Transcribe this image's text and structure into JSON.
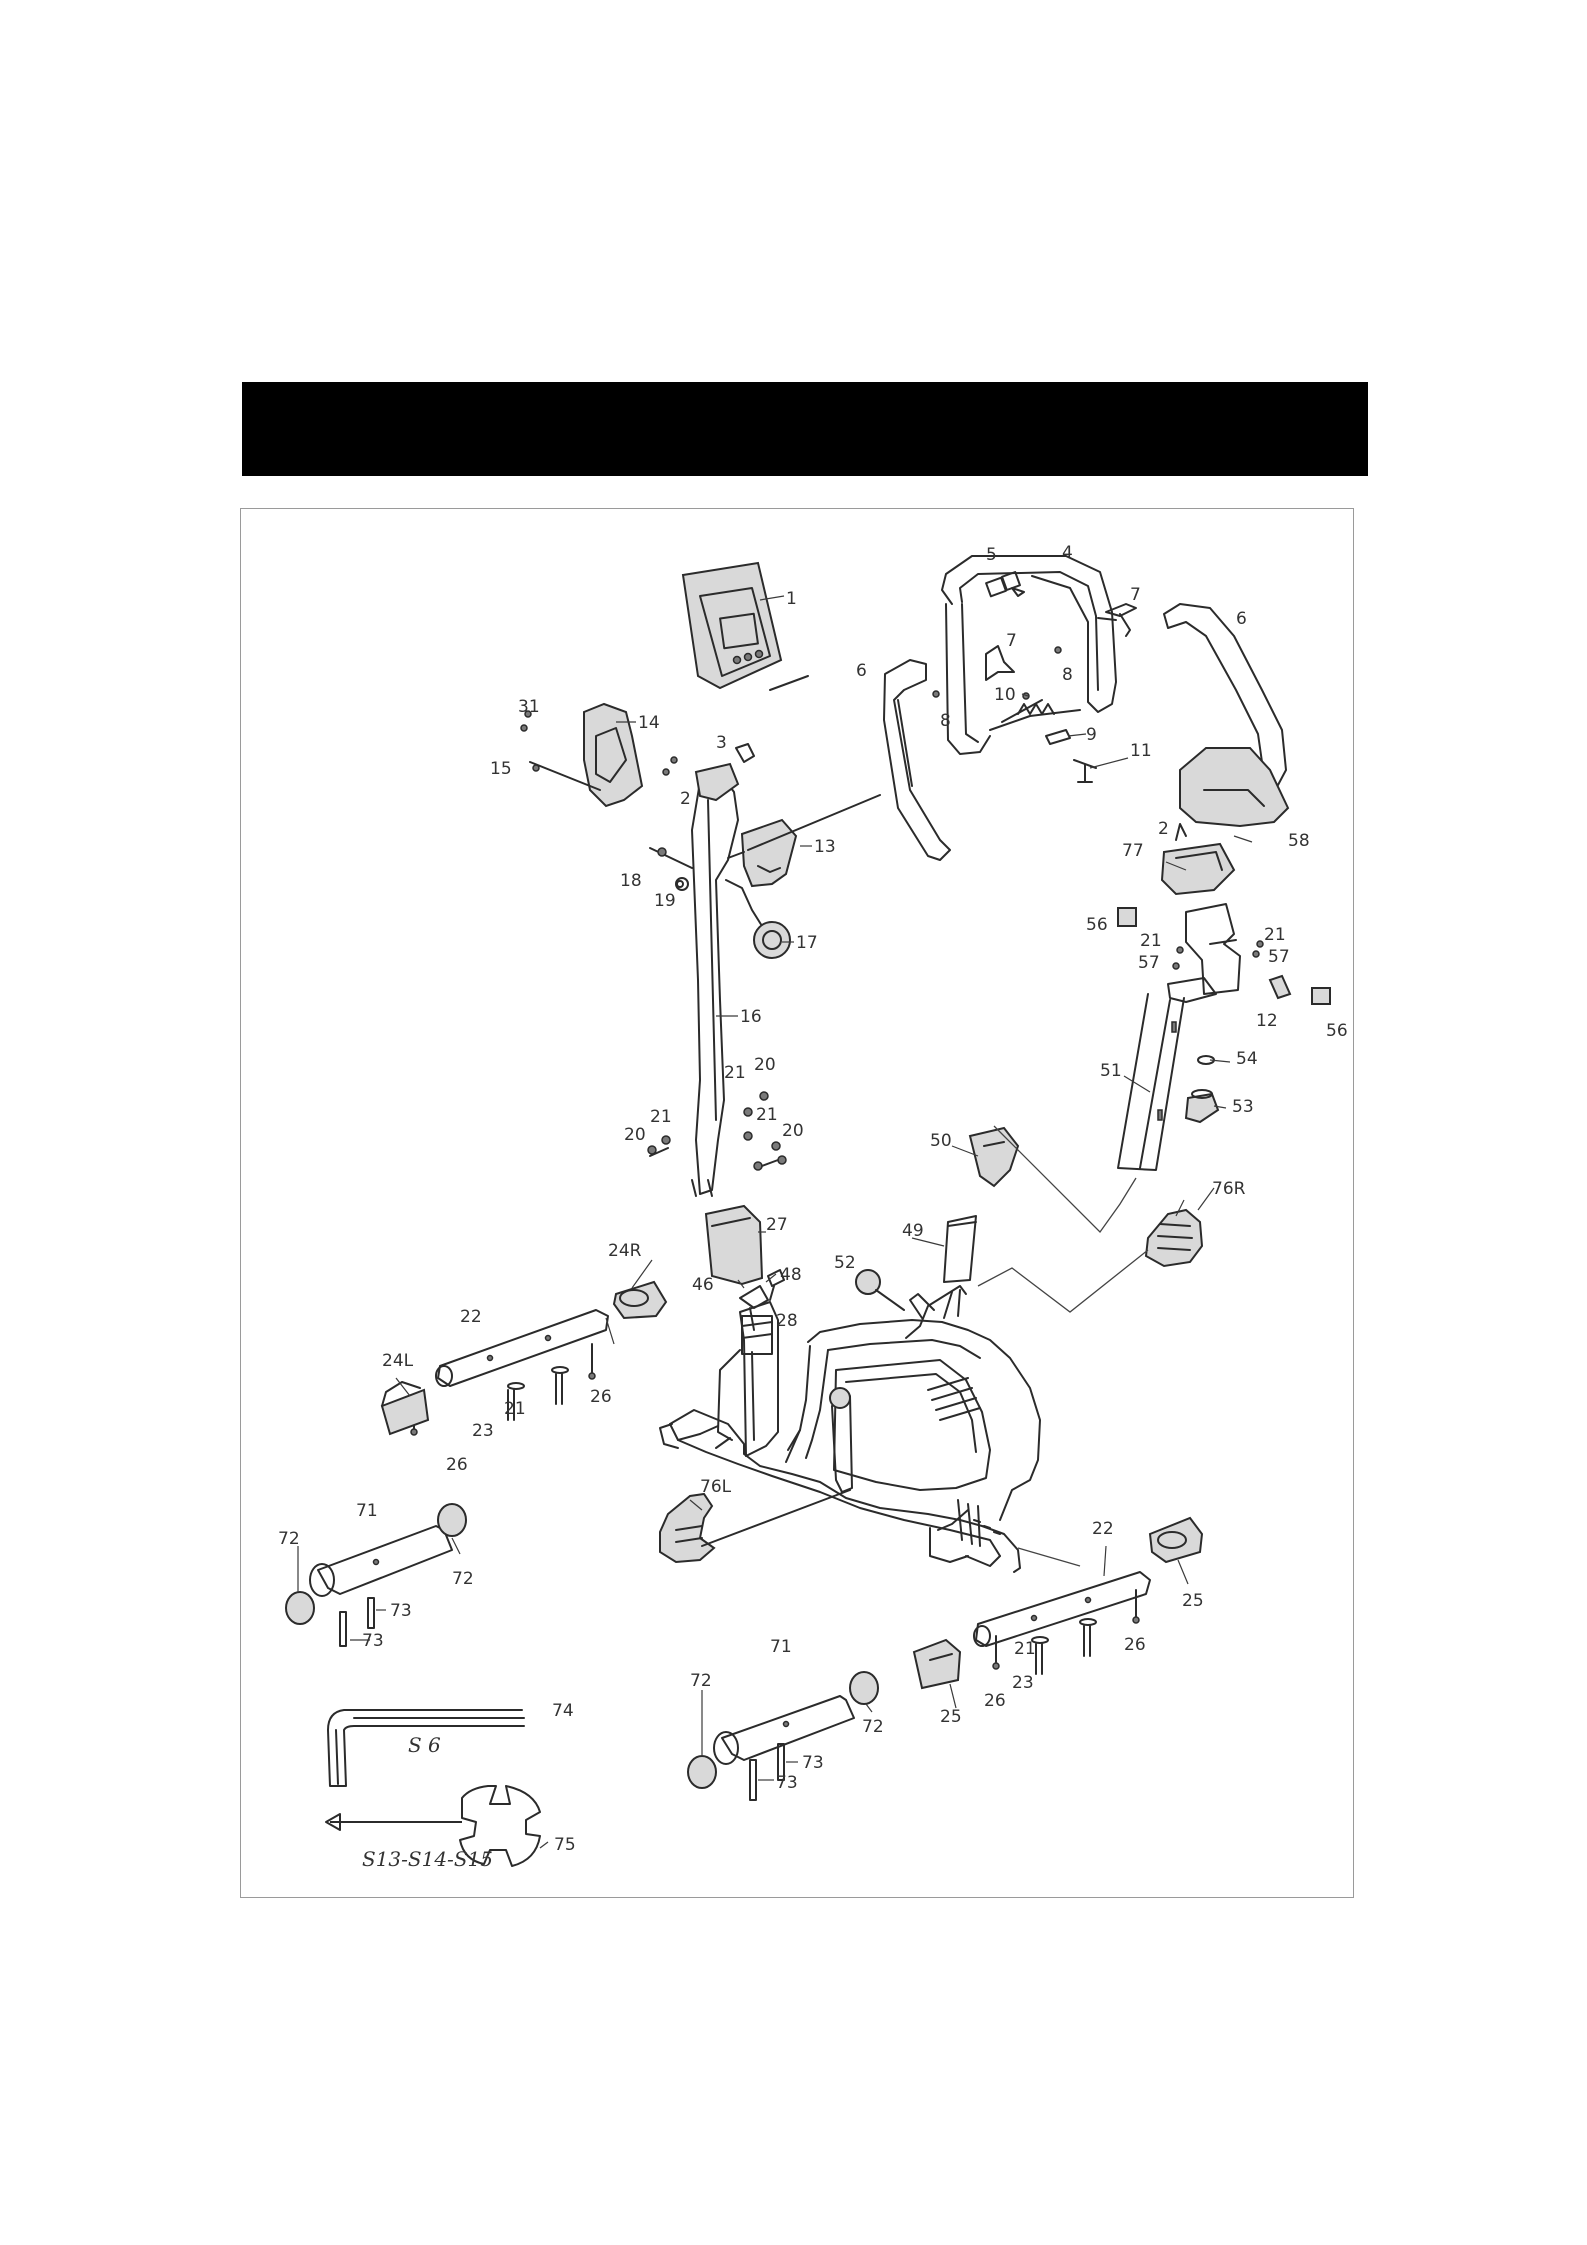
{
  "colors": {
    "header_bar": "#000000",
    "frame_border": "#9a9a9a",
    "line": "#2b2b2b"
  },
  "labels": {
    "p1": "1",
    "p2a": "2",
    "p2b": "2",
    "p3": "3",
    "p4": "4",
    "p5": "5",
    "p6a": "6",
    "p6b": "6",
    "p7a": "7",
    "p7b": "7",
    "p8a": "8",
    "p8b": "8",
    "p9": "9",
    "p10": "10",
    "p11": "11",
    "p12": "12",
    "p13": "13",
    "p14": "14",
    "p15": "15",
    "p16": "16",
    "p17": "17",
    "p18": "18",
    "p19": "19",
    "p20a": "20",
    "p20b": "20",
    "p20c": "20",
    "p21a": "21",
    "p21b": "21",
    "p21c": "21",
    "p21d": "21",
    "p21e": "21",
    "p21f": "21",
    "p21g": "21",
    "p21h": "21",
    "p22a": "22",
    "p22b": "22",
    "p23a": "23",
    "p23b": "23",
    "p24L": "24L",
    "p24R": "24R",
    "p25a": "25",
    "p25b": "25",
    "p26a": "26",
    "p26b": "26",
    "p26c": "26",
    "p26d": "26",
    "p27": "27",
    "p28": "28",
    "p31": "31",
    "p46": "46",
    "p48": "48",
    "p49": "49",
    "p50": "50",
    "p51": "51",
    "p52": "52",
    "p53": "53",
    "p54": "54",
    "p56a": "56",
    "p56b": "56",
    "p57a": "57",
    "p57b": "57",
    "p58": "58",
    "p71a": "71",
    "p71b": "71",
    "p72a": "72",
    "p72b": "72",
    "p72c": "72",
    "p72d": "72",
    "p73a": "73",
    "p73b": "73",
    "p73c": "73",
    "p73d": "73",
    "p74": "74",
    "p75": "75",
    "p76L": "76L",
    "p76R": "76R",
    "p77": "77"
  },
  "tool_marks": {
    "hex_key": "S 6",
    "wrench": "S13-S14-S15"
  }
}
